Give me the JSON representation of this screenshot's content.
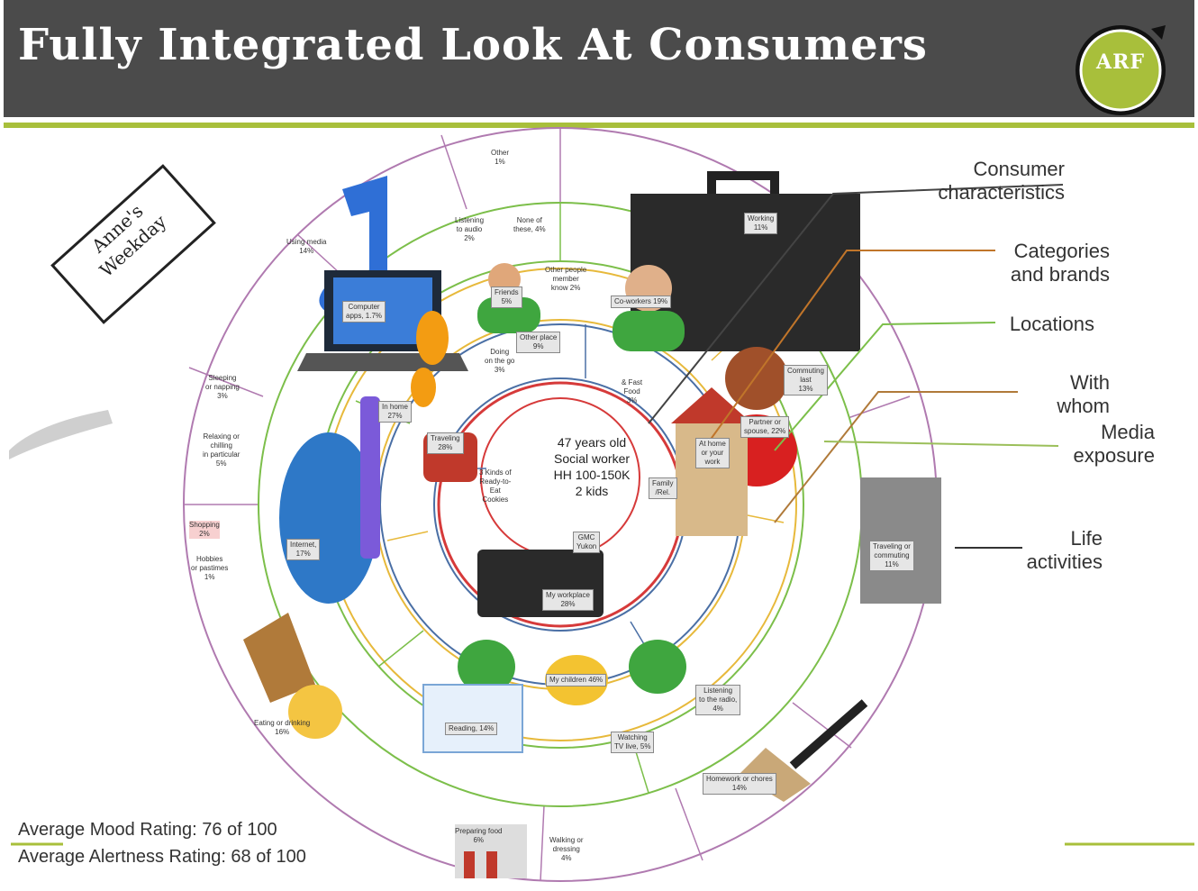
{
  "title": "Fully Integrated Look At Consumers",
  "logo": "ARF",
  "weekday_label": "Anne's\nWeekday",
  "center": "47 years old\nSocial worker\nHH 100-150K\n2 kids",
  "legend": {
    "consumer": "Consumer\ncharacteristics",
    "categories": "Categories\nand brands",
    "locations": "Locations",
    "with_whom": "With\nwhom",
    "media": "Media\nexposure",
    "life": "Life\nactivities"
  },
  "footer": {
    "mood": "Average Mood Rating: 76 of 100",
    "alertness": "Average Alertness Rating: 68 of 100"
  },
  "colors": {
    "header": "#4b4b4b",
    "accent": "#a8bf3b",
    "ring_outer": "#b07ab0",
    "ring_green": "#7cbf4a",
    "ring_yellow": "#e7b93b",
    "ring_blue": "#4a6fa5",
    "ring_red": "#d63a3a"
  },
  "labels": {
    "other": "Other\n1%",
    "working": "Working\n11%",
    "using_media": "Using media\n14%",
    "listening_audio": "Listening\nto audio\n2%",
    "none_of_these": "None of\nthese, 4%",
    "computer_apps": "Computer\napps, 1.7%",
    "friends": "Friends\n5%",
    "other_people": "Other people\nmember\nknow 2%",
    "co_workers": "Co-workers 19%",
    "sleeping": "Sleeping\nor napping\n3%",
    "other_place": "Other place\n9%",
    "relaxing": "Relaxing or\nchilling\nin particular\n5%",
    "on_the_go": "Doing\non the go\n3%",
    "in_home": "In home\n27%",
    "fast_food": "& Fast\nFood\n3%",
    "commuting": "Commuting\nlast\n13%",
    "traveling": "Traveling\n28%",
    "shopping": "Shopping\n2%",
    "hobbies": "Hobbies\nor pastimes\n1%",
    "internet": "Internet,\n17%",
    "brands": "3 Kinds of\nReady-to-\nEat\nCookies",
    "family": "Family\n/Rel.",
    "at_home": "At home\nor your\nwork",
    "partner": "Partner or\nspouse, 22%",
    "gmc": "GMC\nYukon",
    "my_workplace": "My workplace\n28%",
    "traveling_commuting": "Traveling or\ncommuting\n11%",
    "my_children": "My children 46%",
    "listening_radio": "Listening\nto the radio,\n4%",
    "eating": "Eating or drinking\n16%",
    "reading": "Reading, 14%",
    "watching_tv": "Watching\nTV live, 5%",
    "homework": "Homework or chores\n14%",
    "preparing_food": "Preparing food\n6%",
    "walking": "Walking or\ndressing\n4%"
  }
}
